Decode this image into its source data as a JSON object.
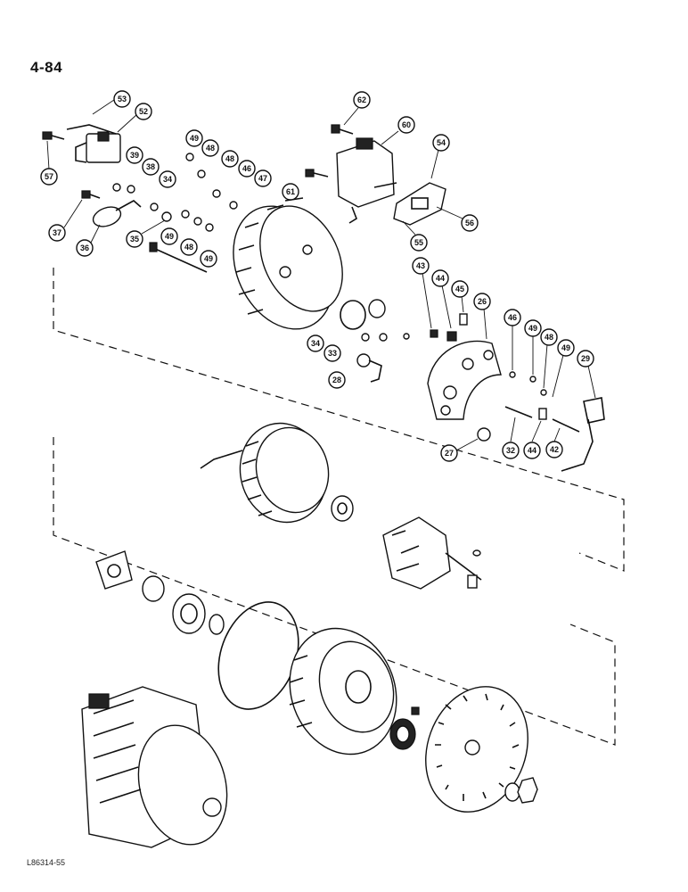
{
  "page_number": "4-84",
  "drawing_code": "L86314-55",
  "callouts": [
    "53",
    "52",
    "57",
    "39",
    "38",
    "34",
    "37",
    "36",
    "35",
    "49",
    "48",
    "49",
    "48",
    "49",
    "48",
    "46",
    "47",
    "62",
    "60",
    "61",
    "54",
    "56",
    "55",
    "43",
    "44",
    "45",
    "26",
    "34",
    "33",
    "28",
    "46",
    "49",
    "48",
    "49",
    "29",
    "27",
    "32",
    "44",
    "42"
  ]
}
